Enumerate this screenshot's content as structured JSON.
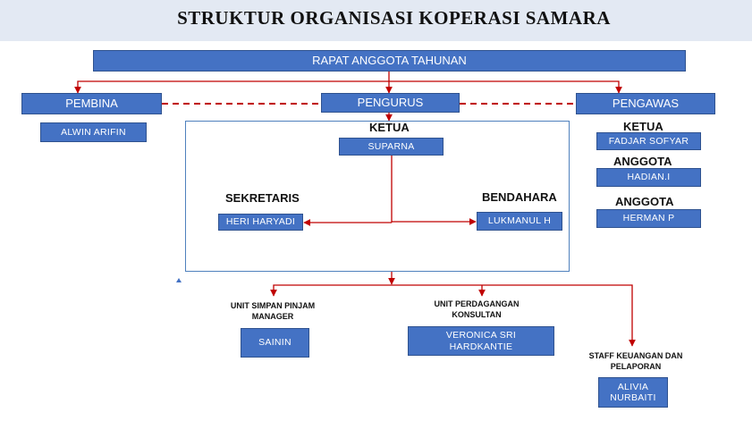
{
  "title": "STRUKTUR ORGANISASI KOPERASI SAMARA",
  "nodes": {
    "rapat": "RAPAT ANGGOTA TAHUNAN",
    "pembina": "PEMBINA",
    "pembina_name": "ALWIN ARIFIN",
    "pengurus": "PENGURUS",
    "pengawas": "PENGAWAS",
    "ketua_label": "KETUA",
    "ketua_name": "SUPARNA",
    "sekretaris_label": "SEKRETARIS",
    "sekretaris_name": "HERI HARYADI",
    "bendahara_label": "BENDAHARA",
    "bendahara_name": "LUKMANUL H",
    "pengawas_ketua_label": "KETUA",
    "pengawas_ketua_name": "FADJAR SOFYAR",
    "pengawas_anggota1_label": "ANGGOTA",
    "pengawas_anggota1_name": "HADIAN.I",
    "pengawas_anggota2_label": "ANGGOTA",
    "pengawas_anggota2_name": "HERMAN P",
    "unit_simpan_label_line1": "UNIT  SIMPAN PINJAM",
    "unit_simpan_label_line2": "MANAGER",
    "unit_simpan_name": "SAININ",
    "unit_dagang_label_line1": "UNIT PERDAGANGAN",
    "unit_dagang_label_line2": "KONSULTAN",
    "unit_dagang_name_line1": "VERONICA SRI",
    "unit_dagang_name_line2": "HARDKANTIE",
    "staff_label_line1": "STAFF KEUANGAN DAN",
    "staff_label_line2": "PELAPORAN",
    "staff_name_line1": "ALIVIA",
    "staff_name_line2": "NURBAITI"
  },
  "colors": {
    "box_fill": "#4472c4",
    "box_border": "#2f528f",
    "connector": "#c00000",
    "title_band": "#e3e9f3",
    "frame": "#4f81bd"
  }
}
